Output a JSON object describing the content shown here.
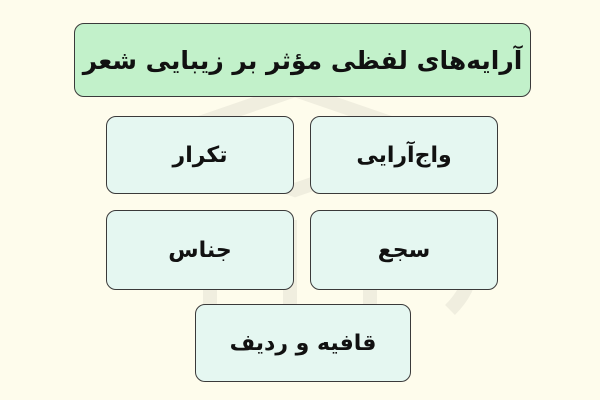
{
  "title": "آرایه‌های لفظی مؤثر بر زیبایی شعر",
  "items": [
    "واج‌آرایی",
    "تکرار",
    "سجع",
    "جناس",
    "قافیه و ردیف"
  ],
  "colors": {
    "background": "#fefcec",
    "title_fill": "#c2f1ca",
    "item_fill": "#e5f7f1",
    "border": "#3a3a3a"
  }
}
